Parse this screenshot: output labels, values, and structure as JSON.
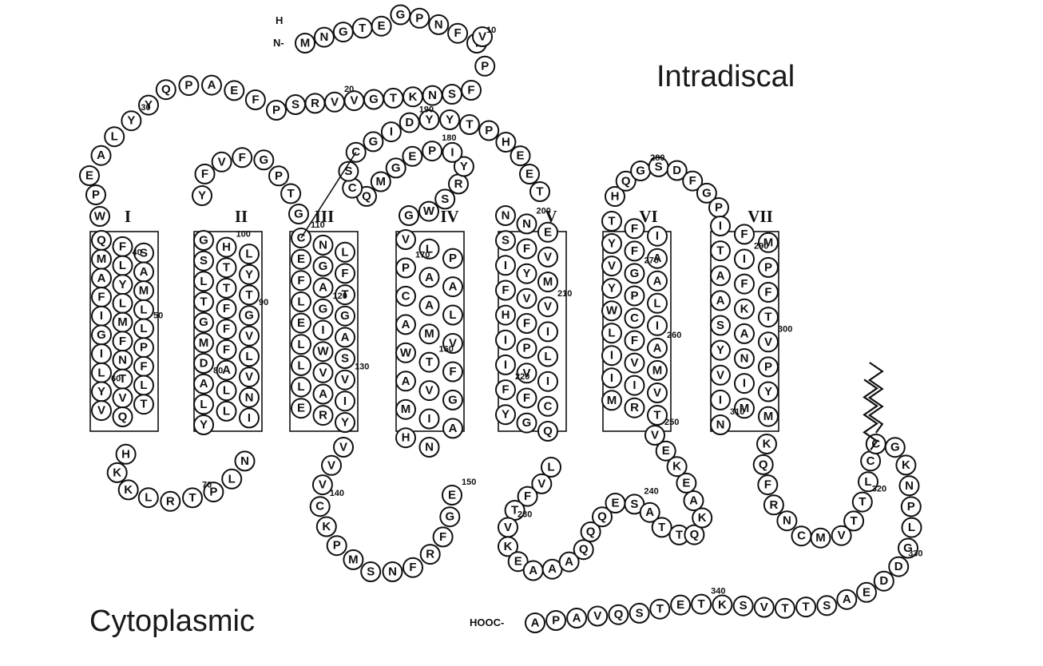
{
  "region_labels": {
    "intradiscal": "Intradiscal",
    "cytoplasmic": "Cytoplasmic"
  },
  "terminals": {
    "n_terminus": "N-",
    "n_h": "H",
    "c_terminus": "HOOC-"
  },
  "helix_labels": [
    "I",
    "II",
    "III",
    "IV",
    "V",
    "VI",
    "VII"
  ],
  "residue_number_labels": [
    "10",
    "20",
    "30",
    "40",
    "50",
    "60",
    "70",
    "80",
    "90",
    "100",
    "110",
    "120",
    "130",
    "140",
    "150",
    "160",
    "170",
    "180",
    "190",
    "200",
    "210",
    "220",
    "230",
    "240",
    "250",
    "260",
    "270",
    "280",
    "290",
    "300",
    "310",
    "320",
    "330",
    "340"
  ],
  "features": {
    "disulfide_bond": "C110-C187",
    "palmitoyl_sites": [
      "C322",
      "C323"
    ]
  },
  "sequence": "MNGTEGPNFYVPFSNKTGVVRSPFEAPQYYLAEPWQFSMLAAYMFLLIMLGFPINFLTLYVTVQHKKLRTPLNYILLNLAVADLFMVFGGFTTTLYTSLHGYFVFGPTGCNLEGFFATLGGEIALWSLVVLAIERYVVVCKPMSNFRFGENHAIMGVAFTWVMALACAAPPLVGWSRYIPEGMQCSCGIDYYTPHEETNNESFVIYMFVVHFIIPLIVIFFCYGQLVFTVKEAAAQQQESATTQKAEKEVTRMVIIMVIAFLICWLPYAGVAFYIFTHQGSDFGPIFMTIPAFFAKTSAVYNPVIYIMMNKQFRNCMVTTLCCGKNPLGDDEASTTVSKTETSQVAPA"
}
